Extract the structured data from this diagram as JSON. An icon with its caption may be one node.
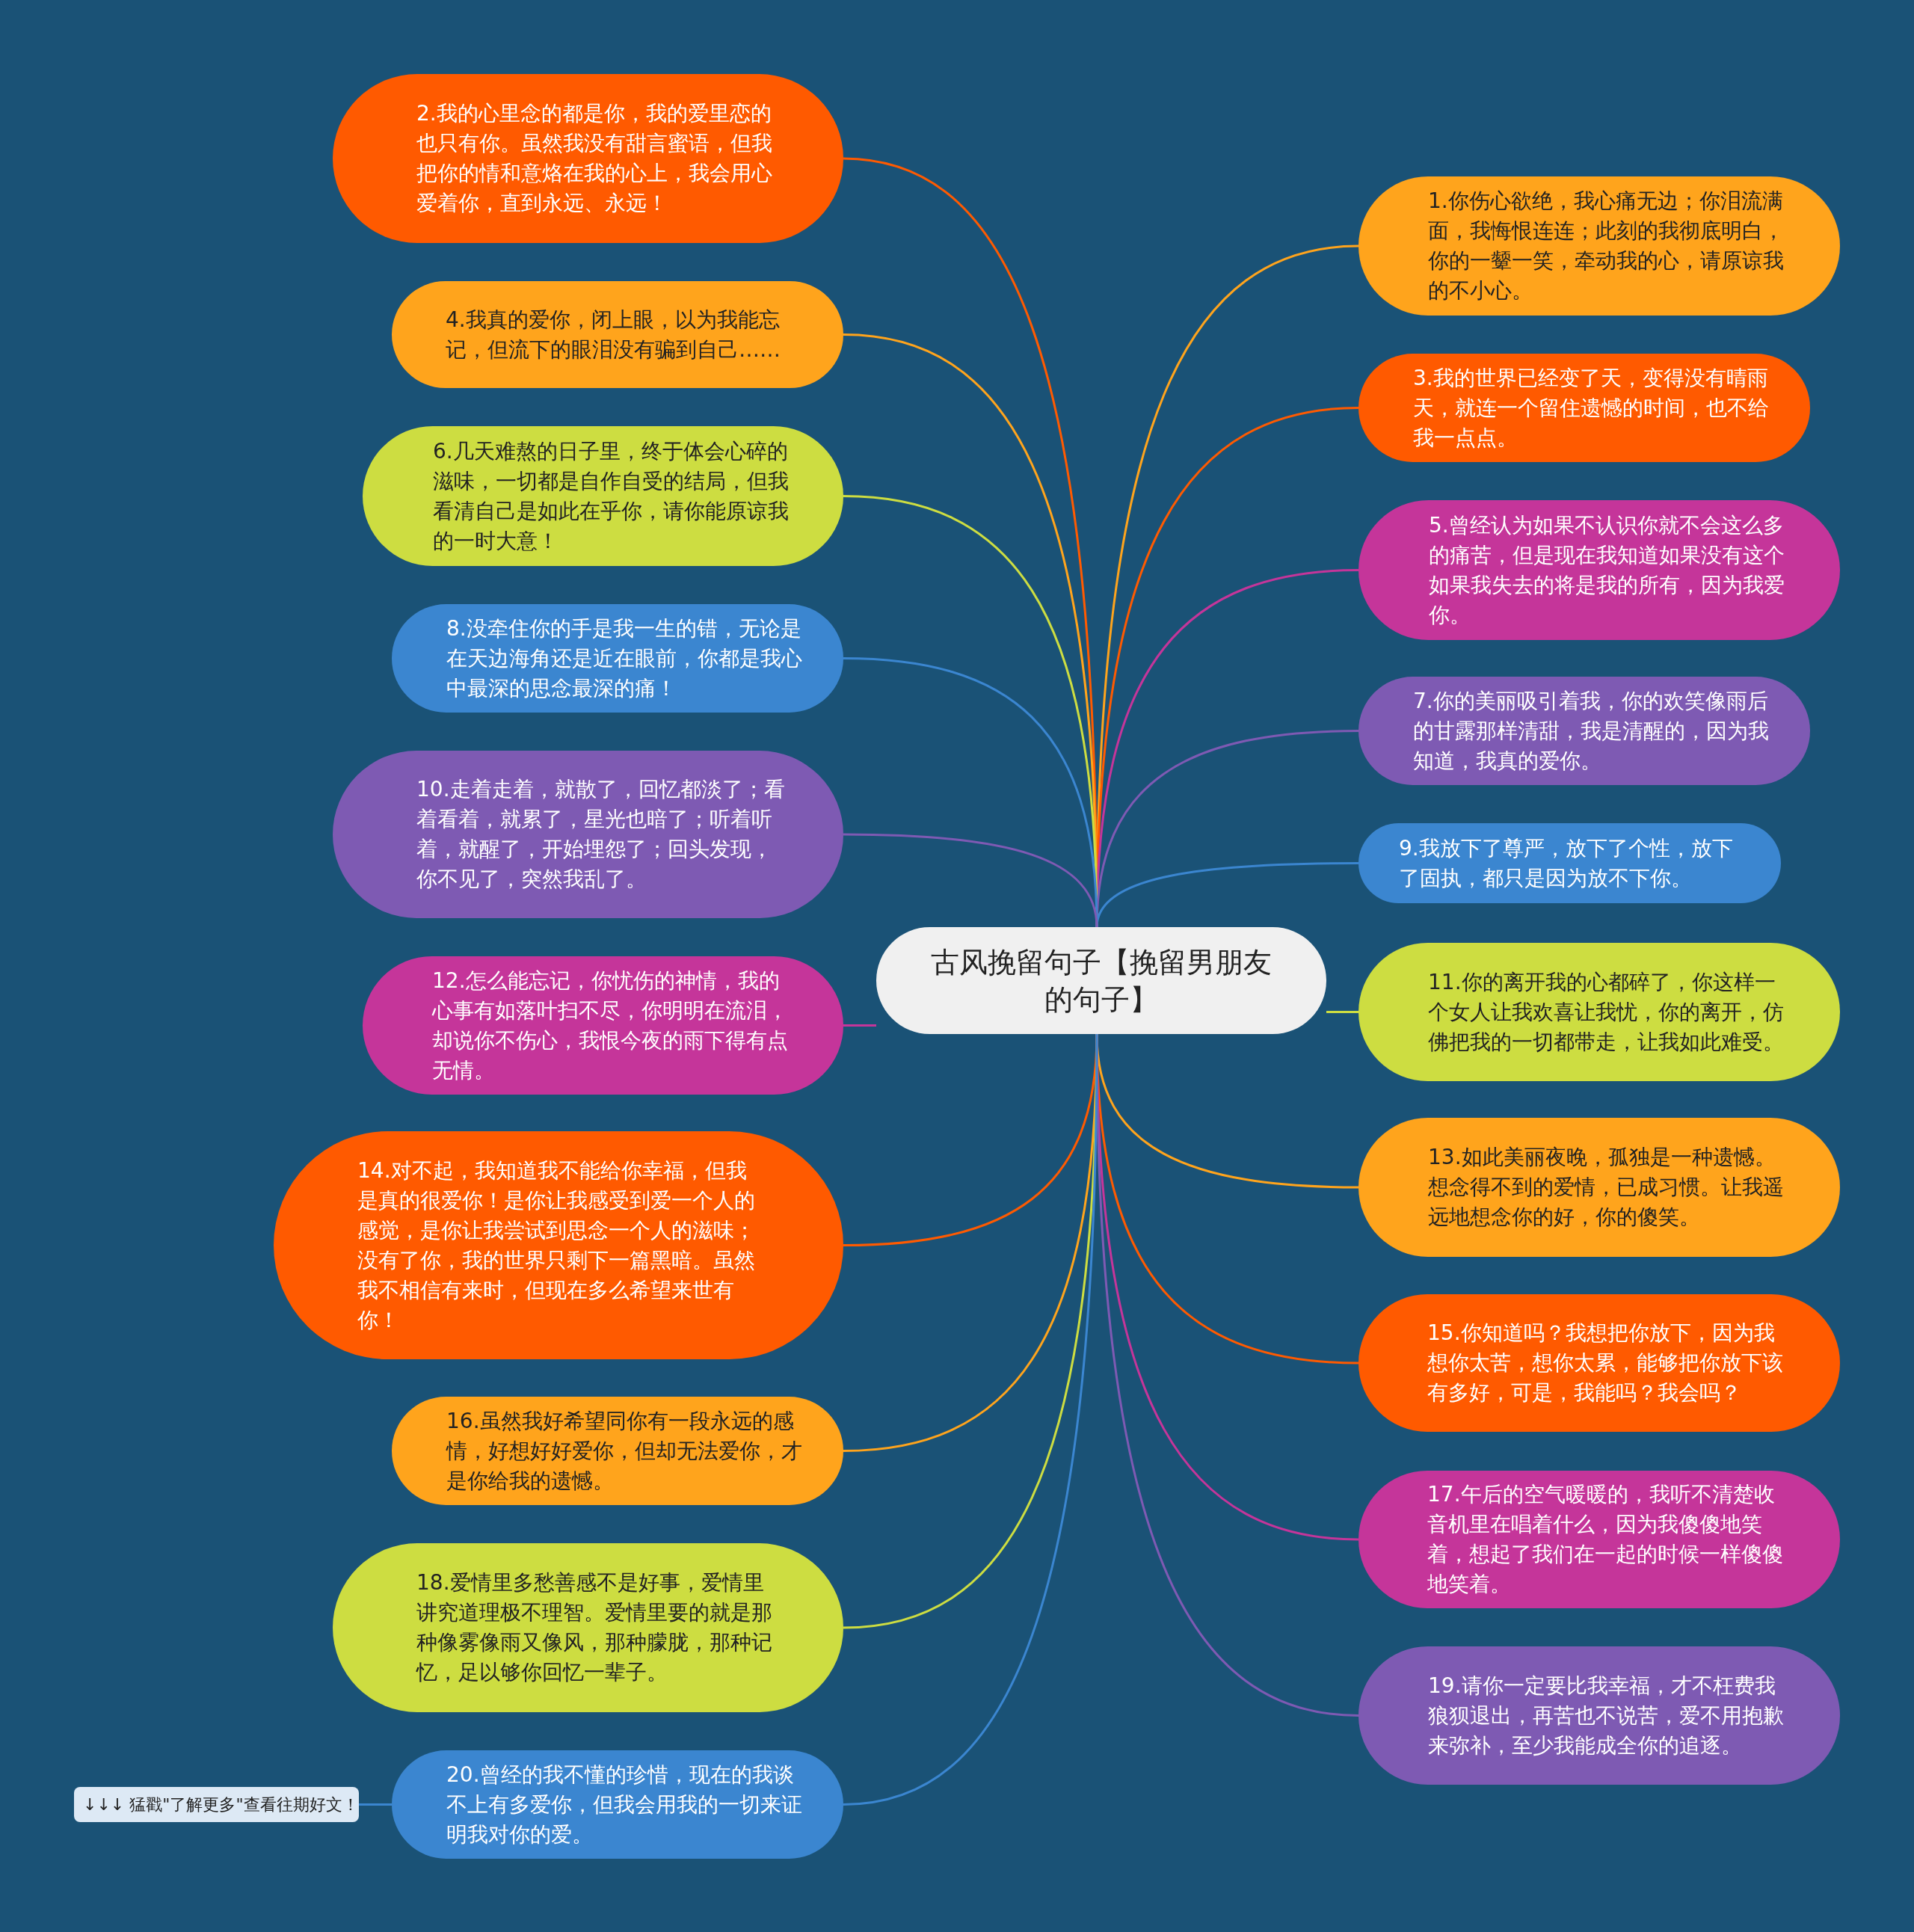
{
  "diagram": {
    "nodes": [
      {
        "text": [
          "古风挽留句子【挽留男朋友的句子】"
        ]
      },
      {
        "text": [
          "1.你伤心欲绝，我心痛无边；你泪流满面，我悔恨连连；此刻的我彻底明白，你的一颦一笑，牵动我的心，请原谅我的不小心。"
        ]
      },
      {
        "text": [
          "2.我的心里念的都是你，我的爱里恋的也只有你。虽然我没有甜言蜜语，但我把你的情和意烙在我的心上，我会用心爱着你，直到永远、永远！"
        ]
      },
      {
        "text": [
          "3.我的世界已经变了天，变得没有晴雨天，就连一个留住遗憾的时间，也不给我一点点。"
        ]
      },
      {
        "text": [
          "4.我真的爱你，闭上眼，以为我能忘记，但流下的眼泪没有骗到自己……"
        ]
      },
      {
        "text": [
          "5.曾经认为如果不认识你就不会这么多的痛苦，但是现在我知道如果没有这个如果我失去的将是我的所有，因为我爱你。"
        ]
      },
      {
        "text": [
          "6.几天难熬的日子里，终于体会心碎的滋味，一切都是自作自受的结局，但我看清自己是如此在乎你，请你能原谅我的一时大意！"
        ]
      },
      {
        "text": [
          "7.你的美丽吸引着我，你的欢笑像雨后的甘露那样清甜，我是清醒的，因为我知道，我真的爱你。"
        ]
      },
      {
        "text": [
          "8.没牵住你的手是我一生的错，无论是在天边海角还是近在眼前，你都是我心中最深的思念最深的痛！"
        ]
      },
      {
        "text": [
          "9.我放下了尊严，放下了个性，放下了固执，都只是因为放不下你。"
        ]
      },
      {
        "text": [
          "10.走着走着，就散了，回忆都淡了；看着看着，就累了，星光也暗了；听着听着，就醒了，开始埋怨了；回头发现，你不见了，突然我乱了。"
        ]
      },
      {
        "text": [
          "11.你的离开我的心都碎了，你这样一个女人让我欢喜让我忧，你的离开，仿佛把我的一切都带走，让我如此难受。"
        ]
      },
      {
        "text": [
          "12.怎么能忘记，你忧伤的神情，我的心事有如落叶扫不尽，你明明在流泪，却说你不伤心，我恨今夜的雨下得有点无情。"
        ]
      },
      {
        "text": [
          "13.如此美丽夜晚，孤独是一种遗憾。想念得不到的爱情，已成习惯。让我遥远地想念你的好，你的傻笑。"
        ]
      },
      {
        "text": [
          "14.对不起，我知道我不能给你幸福，但我是真的很爱你！是你让我感受到爱一个人的感觉，是你让我尝试到思念一个人的滋味；没有了你，我的世界只剩下一篇黑暗。虽然我不相信有来时，但现在多么希望来世有你！"
        ]
      },
      {
        "text": [
          "15.你知道吗？我想把你放下，因为我想你太苦，想你太累，能够把你放下该有多好，可是，我能吗？我会吗？"
        ]
      },
      {
        "text": [
          "16.虽然我好希望同你有一段永远的感情，好想好好爱你，但却无法爱你，才是你给我的遗憾。"
        ]
      },
      {
        "text": [
          "17.午后的空气暖暖的，我听不清楚收音机里在唱着什么，因为我傻傻地笑着，想起了我们在一起的时候一样傻傻地笑着。"
        ]
      },
      {
        "text": [
          "18.爱情里多愁善感不是好事，爱情里讲究道理极不理智。爱情里要的就是那种像雾像雨又像风，那种朦胧，那种记忆，足以够你回忆一辈子。"
        ]
      },
      {
        "text": [
          "19.请你一定要比我幸福，才不枉费我狼狈退出，再苦也不说苦，爱不用抱歉来弥补，至少我能成全你的追逐。"
        ]
      },
      {
        "text": [
          "20.曾经的我不懂的珍惜，现在的我谈不上有多爱你，但我会用我的一切来证明我对你的爱。"
        ]
      },
      {
        "text": [
          "↓↓↓ 猛戳\"了解更多\"查看往期好文！"
        ]
      }
    ],
    "edges": [
      {
        "from": 0,
        "to": 1,
        "arrow": "none",
        "color": "#ffa41c"
      },
      {
        "from": 0,
        "to": 2,
        "arrow": "none",
        "color": "#ff5a00"
      },
      {
        "from": 0,
        "to": 3,
        "arrow": "none",
        "color": "#ff5a00"
      },
      {
        "from": 0,
        "to": 4,
        "arrow": "none",
        "color": "#ffa41c"
      },
      {
        "from": 0,
        "to": 5,
        "arrow": "none",
        "color": "#c5359a"
      },
      {
        "from": 0,
        "to": 6,
        "arrow": "none",
        "color": "#cddd41"
      },
      {
        "from": 0,
        "to": 7,
        "arrow": "none",
        "color": "#7e5ab3"
      },
      {
        "from": 0,
        "to": 8,
        "arrow": "none",
        "color": "#3b86d0"
      },
      {
        "from": 0,
        "to": 9,
        "arrow": "none",
        "color": "#3b86d0"
      },
      {
        "from": 0,
        "to": 10,
        "arrow": "none",
        "color": "#7e5ab3"
      },
      {
        "from": 0,
        "to": 11,
        "arrow": "none",
        "color": "#cddd41"
      },
      {
        "from": 0,
        "to": 12,
        "arrow": "none",
        "color": "#c5359a"
      },
      {
        "from": 0,
        "to": 13,
        "arrow": "none",
        "color": "#ffa41c"
      },
      {
        "from": 0,
        "to": 14,
        "arrow": "none",
        "color": "#ff5a00"
      },
      {
        "from": 0,
        "to": 15,
        "arrow": "none",
        "color": "#ff5a00"
      },
      {
        "from": 0,
        "to": 16,
        "arrow": "none",
        "color": "#ffa41c"
      },
      {
        "from": 0,
        "to": 17,
        "arrow": "none",
        "color": "#c5359a"
      },
      {
        "from": 0,
        "to": 18,
        "arrow": "none",
        "color": "#cddd41"
      },
      {
        "from": 0,
        "to": 19,
        "arrow": "none",
        "color": "#7e5ab3"
      },
      {
        "from": 0,
        "to": 20,
        "arrow": "none",
        "color": "#3b86d0"
      },
      {
        "from": 20,
        "to": 21,
        "arrow": "none",
        "color": "#3b86d0"
      }
    ]
  }
}
